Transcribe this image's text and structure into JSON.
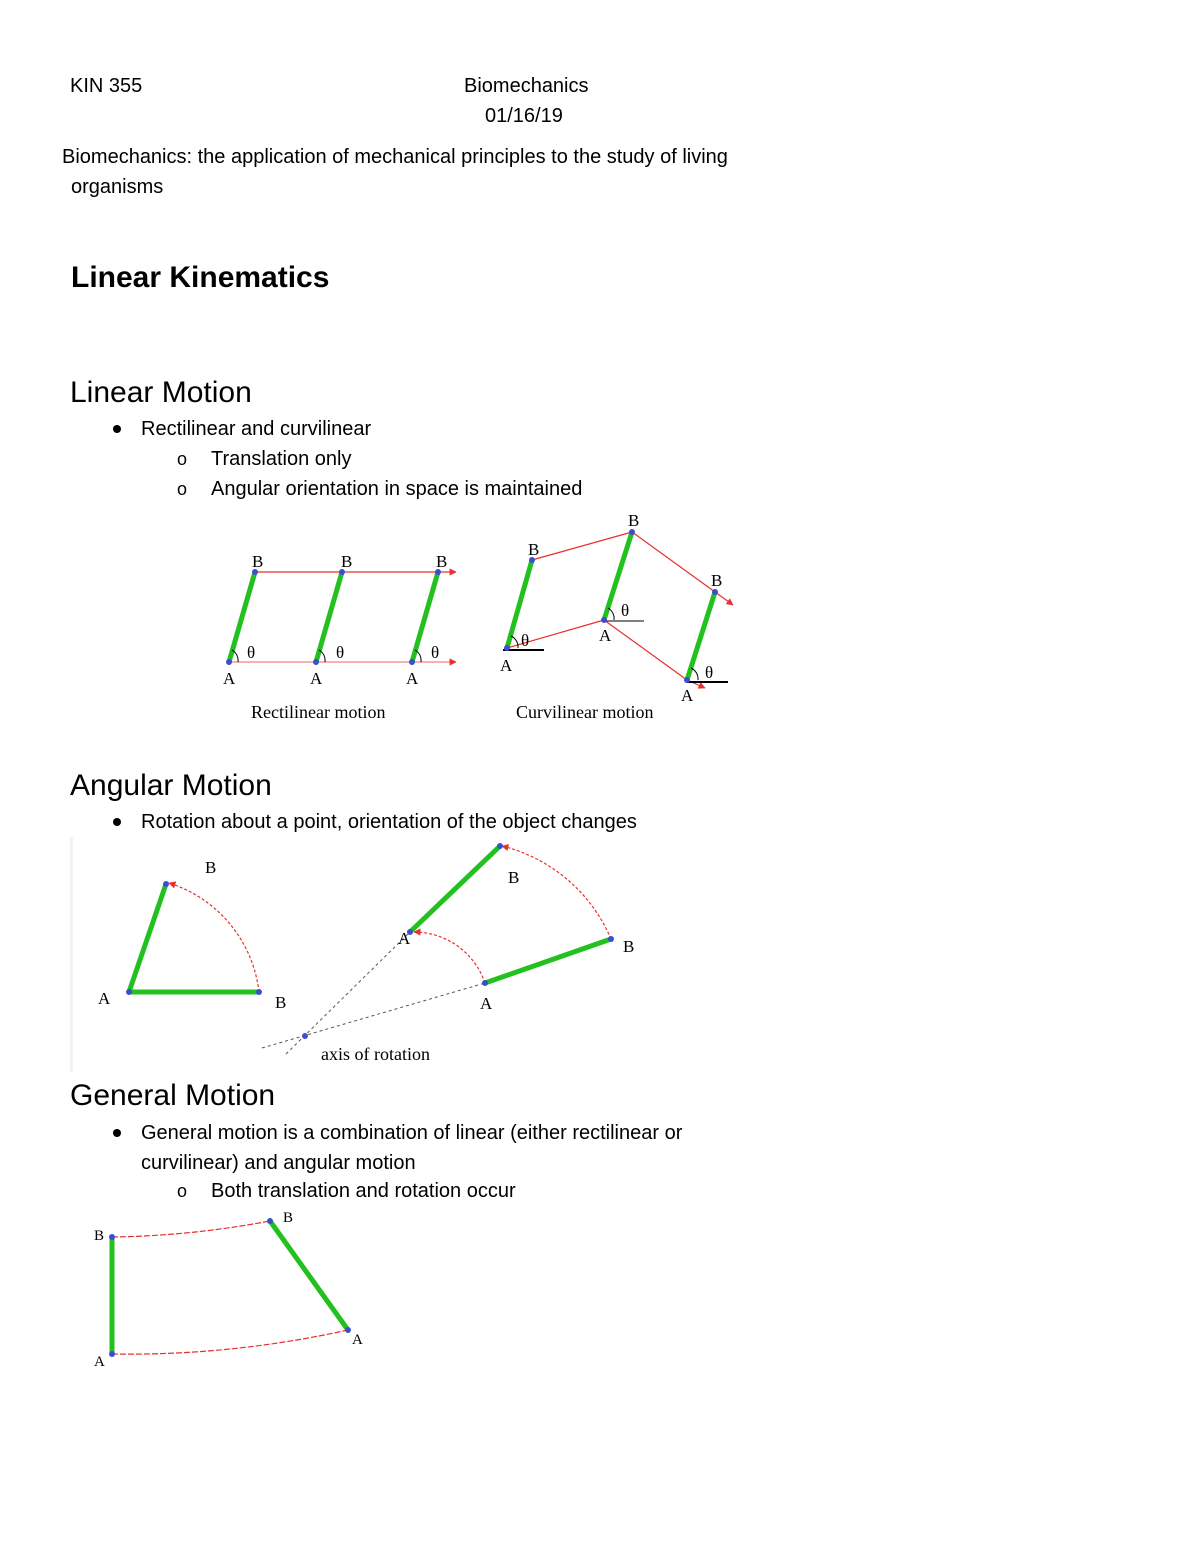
{
  "header": {
    "course": "KIN 355",
    "subject": "Biomechanics",
    "date": "01/16/19"
  },
  "definition": {
    "line1": "Biomechanics: the application of mechanical principles to the study of living",
    "line2": "organisms"
  },
  "main_heading": "Linear Kinematics",
  "linear_motion": {
    "heading": "Linear Motion",
    "bullet": "Rectilinear and curvilinear",
    "sub1": "Translation only",
    "sub2": "Angular orientation in space is maintained",
    "figure": {
      "point_a": "A",
      "point_b": "B",
      "angle": "θ",
      "rect_caption": "Rectilinear motion",
      "curv_caption": "Curvilinear motion"
    }
  },
  "angular_motion": {
    "heading": "Angular Motion",
    "bullet": "Rotation about a point, orientation of the object changes",
    "figure": {
      "point_a": "A",
      "point_b": "B",
      "axis_label": "axis of rotation"
    }
  },
  "general_motion": {
    "heading": "General Motion",
    "bullet_line1": "General motion is a combination of linear (either rectilinear or",
    "bullet_line2": "curvilinear) and angular motion",
    "sub1": "Both translation and rotation occur",
    "figure": {
      "point_a": "A",
      "point_b": "B"
    }
  },
  "colors": {
    "segment": "#22c11f",
    "path": "#e8302c",
    "point": "#3a4fd0",
    "text": "#000000"
  }
}
